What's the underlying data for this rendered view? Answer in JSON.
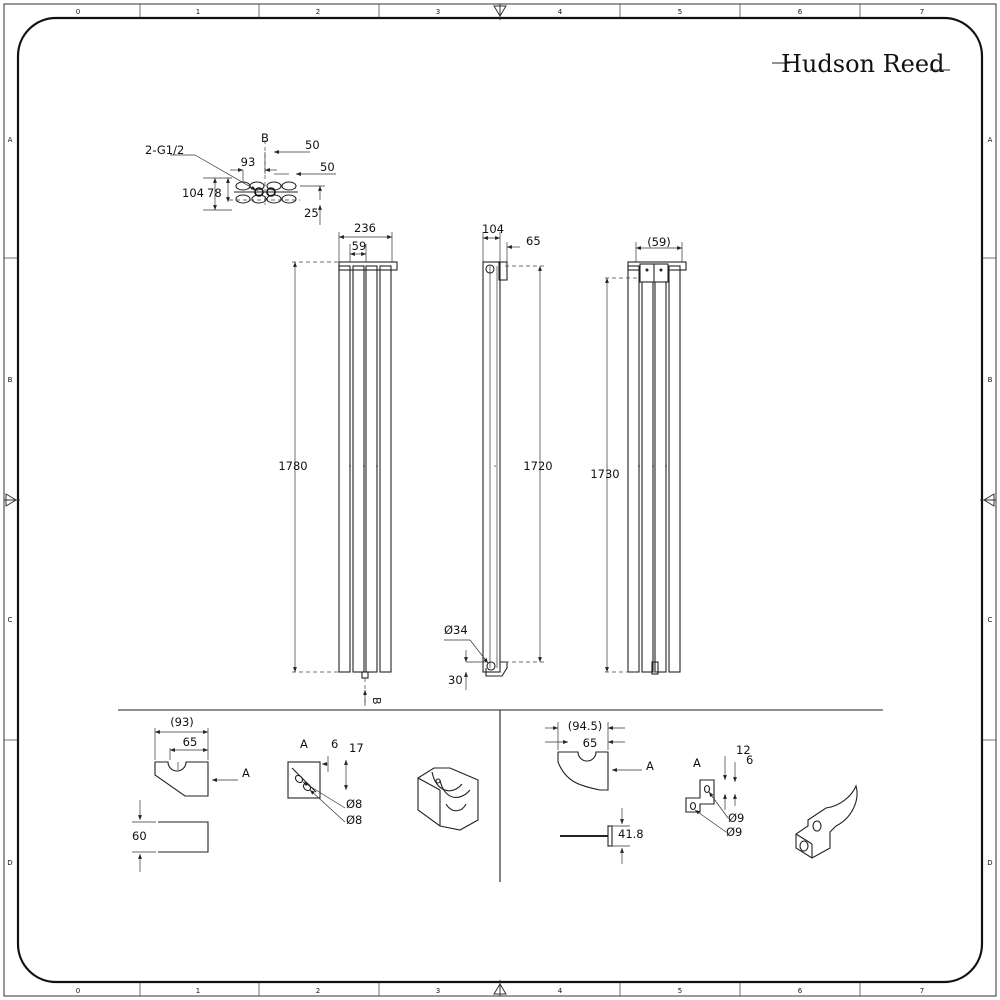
{
  "brand": {
    "name": "Hudson Reed"
  },
  "frame": {
    "col_labels": [
      "0",
      "1",
      "2",
      "3",
      "4",
      "5",
      "6",
      "7"
    ],
    "row_labels": [
      "A",
      "B",
      "C",
      "D"
    ]
  },
  "plan": {
    "connection_label": "2-G1/2",
    "section_label": "B",
    "dim_93": "93",
    "dim_50_top": "50",
    "dim_50_right": "50",
    "dim_104": "104",
    "dim_78": "78",
    "dim_25": "25"
  },
  "front": {
    "width": "236",
    "pitch": "59",
    "height": "1780",
    "section_label": "B"
  },
  "side": {
    "depth": "104",
    "offset": "65",
    "height": "1720",
    "pipe_dia": "Ø34",
    "pipe_offset": "30"
  },
  "rear": {
    "pitch": "(59)",
    "height": "1730"
  },
  "bracket_left": {
    "overall": "(93)",
    "projection": "65",
    "view_label": "A",
    "height": "60",
    "detail_label": "A",
    "dim_6": "6",
    "dim_17": "17",
    "hole_1": "Ø8",
    "hole_2": "Ø8"
  },
  "bracket_right": {
    "overall": "(94.5)",
    "projection": "65",
    "view_label": "A",
    "height": "41.8",
    "detail_label": "A",
    "dim_12": "12",
    "dim_6": "6",
    "hole_1": "Ø9",
    "hole_2": "Ø9"
  }
}
